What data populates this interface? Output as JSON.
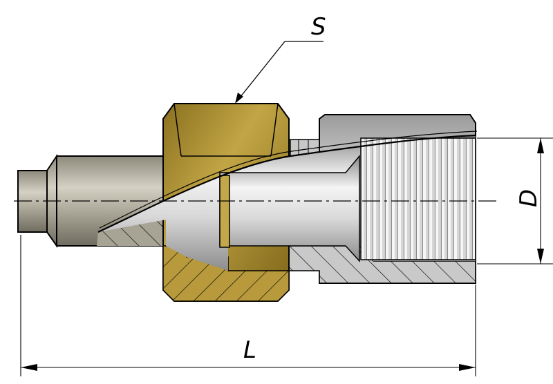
{
  "labels": {
    "wrench_size": "S",
    "length": "L",
    "diameter": "D"
  },
  "colors": {
    "brass": "#b89a3c",
    "brass_dark": "#8a7020",
    "steel": "#c9c9c9",
    "steel_dark": "#7a7a7a",
    "steel_light": "#f2f2f2",
    "gray_pipe": "#a7a496",
    "line": "#000000"
  }
}
